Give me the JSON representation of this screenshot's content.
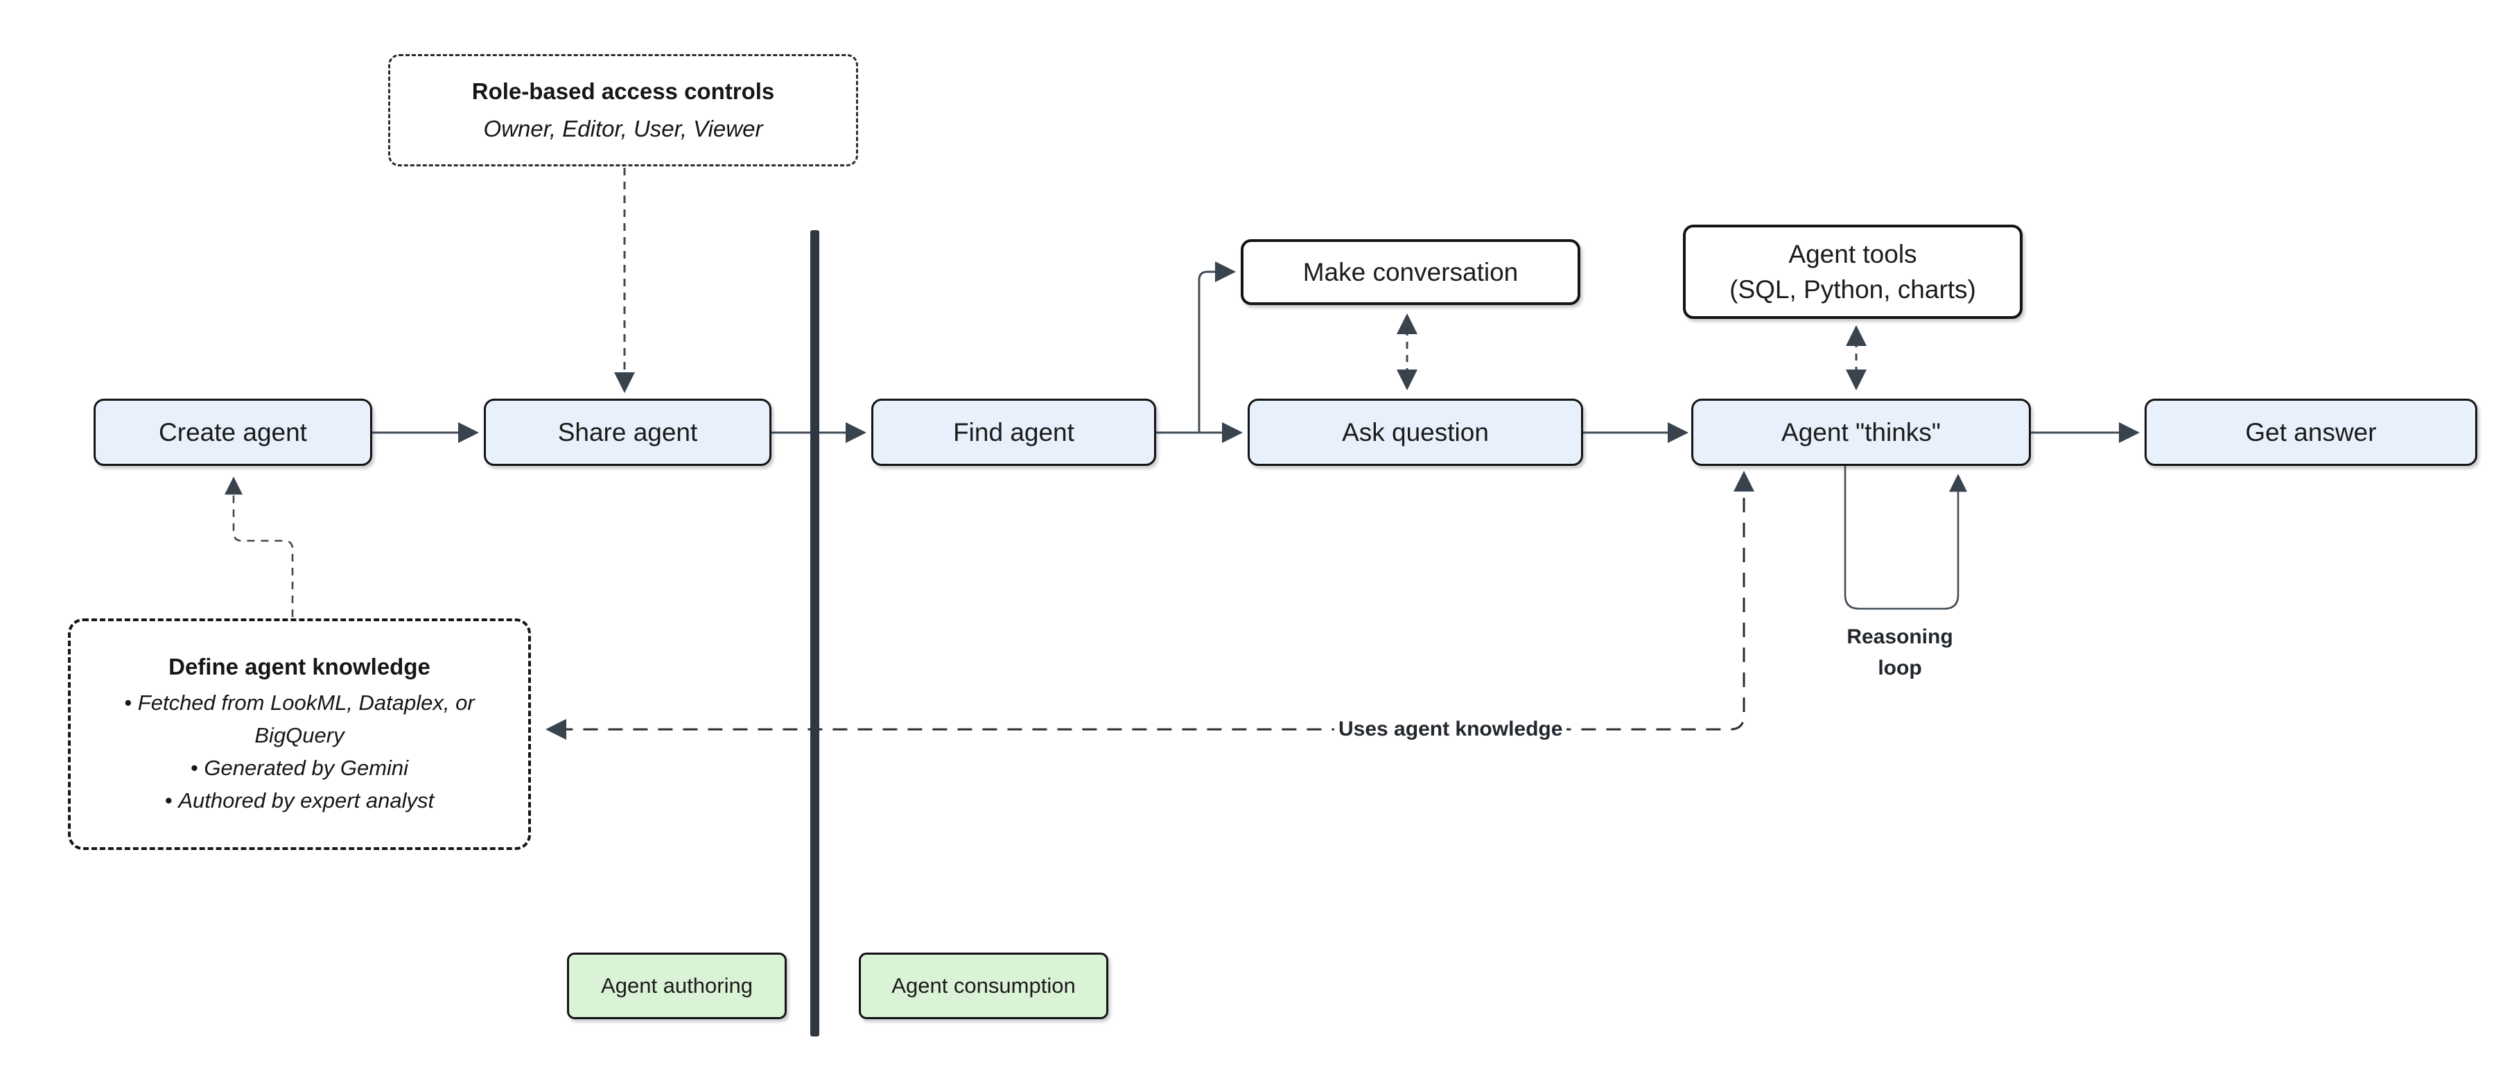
{
  "diagram": {
    "nodes": {
      "create_agent": "Create agent",
      "share_agent": "Share agent",
      "find_agent": "Find agent",
      "make_conversation": "Make conversation",
      "ask_question": "Ask question",
      "agent_tools_line1": "Agent tools",
      "agent_tools_line2": "(SQL, Python, charts)",
      "agent_thinks": "Agent \"thinks\"",
      "get_answer": "Get answer"
    },
    "notes": {
      "rbac": {
        "title": "Role-based access controls",
        "subtitle": "Owner, Editor, User, Viewer"
      },
      "knowledge": {
        "title": "Define agent knowledge",
        "bullets": [
          "Fetched from LookML, Dataplex, or BigQuery",
          "Generated by Gemini",
          "Authored by expert analyst"
        ]
      }
    },
    "edge_labels": {
      "reasoning_line1": "Reasoning",
      "reasoning_line2": "loop",
      "uses_knowledge": "Uses agent knowledge"
    },
    "badges": {
      "authoring": "Agent authoring",
      "consumption": "Agent consumption"
    },
    "colors": {
      "node_fill": "#e8f0fc",
      "tool_node_fill": "#ffffff",
      "badge_fill": "#daf2d6",
      "divider": "#2e3742",
      "connector": "#424c56",
      "text": "#1b1b1b"
    }
  }
}
